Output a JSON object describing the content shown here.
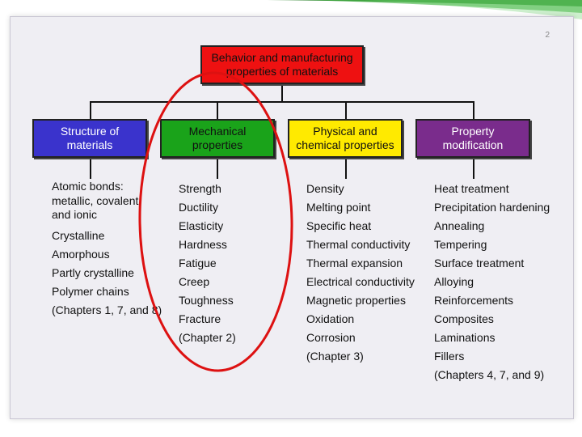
{
  "page_number": "2",
  "colors": {
    "root_fill": "#ee1111",
    "structure_fill": "#3a33cc",
    "mechanical_fill": "#1aa31a",
    "physical_fill": "#ffea00",
    "property_fill": "#7a2c8c",
    "highlight_ellipse": "#dd1111",
    "decoration_green": "#2b9a2b"
  },
  "root": {
    "label": "Behavior and manufacturing\nproperties of materials"
  },
  "categories": [
    {
      "label": "Structure of\nmaterials",
      "items": [
        "Atomic bonds:",
        "metallic, covalent",
        "and ionic",
        "Crystalline",
        "Amorphous",
        "Partly crystalline",
        "Polymer chains",
        "(Chapters 1, 7, and 8)"
      ]
    },
    {
      "label": "Mechanical\nproperties",
      "items": [
        "Strength",
        "Ductility",
        "Elasticity",
        "Hardness",
        "Fatigue",
        "Creep",
        "Toughness",
        "Fracture",
        "(Chapter 2)"
      ]
    },
    {
      "label": "Physical and\nchemical properties",
      "items": [
        "Density",
        "Melting point",
        "Specific heat",
        "Thermal conductivity",
        "Thermal expansion",
        "Electrical conductivity",
        "Magnetic properties",
        "Oxidation",
        "Corrosion",
        "(Chapter 3)"
      ]
    },
    {
      "label": "Property\nmodification",
      "items": [
        "Heat treatment",
        "Precipitation hardening",
        "Annealing",
        "Tempering",
        "Surface treatment",
        "Alloying",
        "Reinforcements",
        "Composites",
        "Laminations",
        "Fillers",
        "(Chapters 4, 7, and 9)"
      ]
    }
  ]
}
